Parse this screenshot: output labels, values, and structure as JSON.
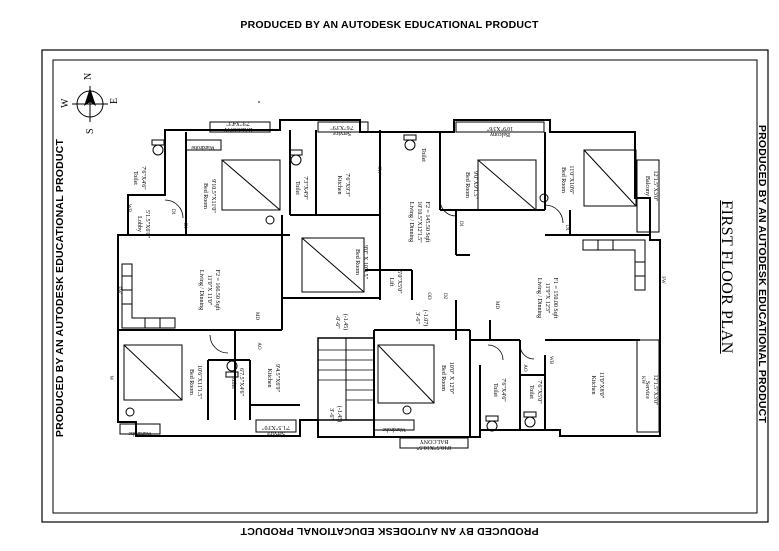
{
  "watermark": {
    "top": "PRODUCED BY AN AUTODESK EDUCATIONAL PRODUCT",
    "bottom": "PRODUCED BY AN AUTODESK EDUCATIONAL PRODUCT",
    "left": "PRODUCED BY AN AUTODESK EDUCATIONAL PRODUCT",
    "right": "PRODUCED BY AN AUTODESK EDUCATIONAL PRODUCT"
  },
  "title": "FIRST FLOOR PLAN",
  "compass": {
    "n": "N",
    "e": "E",
    "s": "S",
    "w": "W"
  },
  "rooms": {
    "balcony_top_left": "BALCONY",
    "balcony_top_left_dim": "7'9\"X4'3\"",
    "service_top": "Service",
    "service_top_dim": "7'6\"X3'9\"",
    "balcony_top_right": "Balcony",
    "balcony_top_right_dim": "10'9\"X3'6\"",
    "wardrobe_top": "Wardrobe",
    "toilet_tl": "Toilet",
    "toilet_tl_dim": "7'6\"X4'6\"",
    "toilet_tc": "Toilet",
    "toilet_tc_dim": "7'3\"X4'9\"",
    "toilet_tr": "Toilet",
    "kitchen_top": "Kitchen",
    "kitchen_top_dim": "7'6\"X9'3\"",
    "bed_tl": "Bed Room",
    "bed_tl_dim": "9'10.5\"X11'0\"",
    "bed_tc": "Bed Room",
    "bed_tc_dim": "9'0\"X9'1.5\"",
    "bed_tr": "Bed Room",
    "bed_tr_dim": "11'0\"X10'6\"",
    "balcony_right": "Balcony",
    "balcony_right_dim": "12'1.5\"X3'0\"",
    "lobby": "Lobby",
    "lobby_dim": "5'1.5\"X6'0\"",
    "living_top": "Living / Dinning",
    "living_top_dim": "10'10.5\"X12'1.5\"",
    "living_top_area": "F2 = 145.50 Sqft",
    "bed_center": "Bed Room",
    "bed_center_dim": "9'0\" X 10'4.5\"",
    "living_left": "Living / Dinning",
    "living_left_dim": "11'0\"X 11'0\"",
    "living_left_area": "F2 = 166.50 Sqft",
    "living_right": "Living / Dinning",
    "living_right_dim": "11'9\"X 12'3\"",
    "living_right_area": "F1 = 150.00 Sqft",
    "bed_bl": "Bed Room",
    "bed_bl_dim": "10'6\"X11'1.5\"",
    "toilet_bl": "Toilet",
    "toilet_bl_dim": "6'7.5\"X4'6\"",
    "kitchen_bl": "Kitchen",
    "kitchen_bl_dim": "9'4.5\"X6'9\"",
    "service_bl": "Service",
    "service_bl_dim": "7'1.5\"X3'0\"",
    "bed_bc": "Bed Room",
    "bed_bc_dim": "10'0\" X 12'0\"",
    "toilet_bc": "Toilet",
    "toilet_bc_dim": "7'6\"X4'6\"",
    "toilet_br": "Toilet",
    "toilet_br_dim": "7'6\"X5'0\"",
    "kitchen_br": "Kitchen",
    "kitchen_br_dim": "11'0\"X8'0\"",
    "service_br": "Service",
    "service_br_dim": "12'1.5\"X3'0\"",
    "balcony_bottom": "BALCONY",
    "balcony_bottom_dim": "8'10.5\"X10.5\"",
    "wardrobe_bl": "Wardrobe",
    "wardrobe_bc": "Wardrobe",
    "lift": "Lift",
    "lift_dim": "5'0\"X5'0\"",
    "lvl_a": "-0'-6\"",
    "lvl_a2": "(-1.45)",
    "lvl_b": "3'-6\"",
    "lvl_b2": "(-1.07)",
    "lvl_c": "3'-6\"",
    "lvl_c2": "(-1.45)"
  },
  "tags": {
    "fw": "FW",
    "wb": "WB",
    "d1": "D1",
    "d2": "D2",
    "md": "MD",
    "od": "OD",
    "ao": "AO",
    "w": "W",
    "sw": "SW",
    "kw": "KW"
  }
}
